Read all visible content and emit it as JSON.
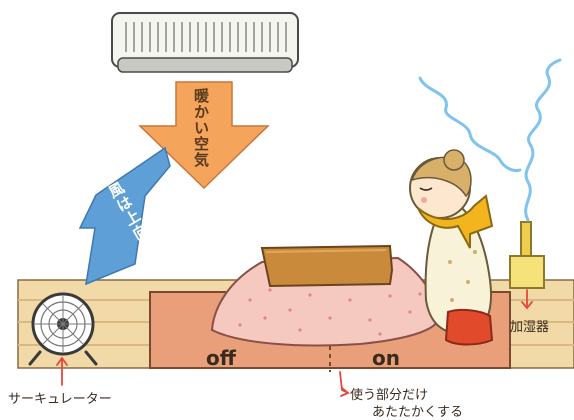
{
  "labels": {
    "warm_air": "暖かい空気",
    "air_rises": "風は上向き",
    "off": "off",
    "on": "on",
    "circulator": "サーキュレーター",
    "humidifier": "加湿器",
    "note_line1": "使う部分だけ",
    "note_line2": "あたたかくする"
  },
  "colors": {
    "floor": "#f2d9a8",
    "rug": "#e9a07a",
    "warm_arrow": "#f5a45c",
    "up_arrow": "#5f9fd8",
    "kotatsu_top": "#c98a3c",
    "futon": "#f6c9c0",
    "scarf": "#f3b51d",
    "steam": "#7fc3ee",
    "humidifier": "#f5e27a",
    "cushion": "#e24a2c",
    "pointer": "#e5483a"
  }
}
